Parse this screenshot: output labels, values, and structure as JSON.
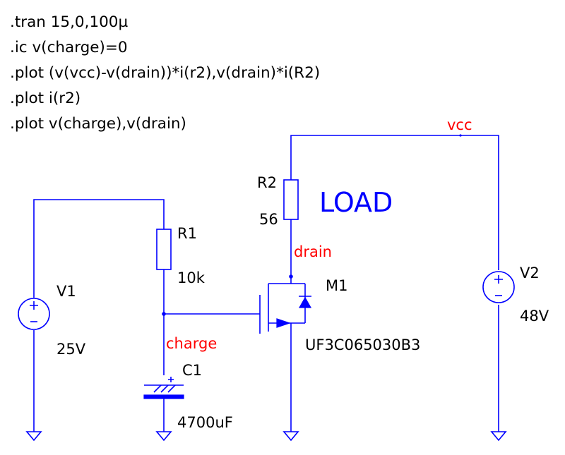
{
  "directives": [
    ".tran 15,0,100µ",
    ".ic v(charge)=0",
    ".plot (v(vcc)-v(drain))*i(r2),v(drain)*i(R2)",
    ".plot i(r2)",
    ".plot v(charge),v(drain)"
  ],
  "components": {
    "v1": {
      "name": "V1",
      "value": "25V"
    },
    "r1": {
      "name": "R1",
      "value": "10k"
    },
    "c1": {
      "name": "C1",
      "value": "4700uF"
    },
    "r2": {
      "name": "R2",
      "value": "56"
    },
    "m1": {
      "name": "M1",
      "model": "UF3C065030B3"
    },
    "v2": {
      "name": "V2",
      "value": "48V"
    }
  },
  "nets": {
    "vcc": "vcc",
    "drain": "drain",
    "charge": "charge"
  },
  "annotation": "LOAD",
  "colors": {
    "wire": "#0000ff",
    "net_label": "#ff0000",
    "text": "#000000",
    "annotation": "#0000ff"
  }
}
